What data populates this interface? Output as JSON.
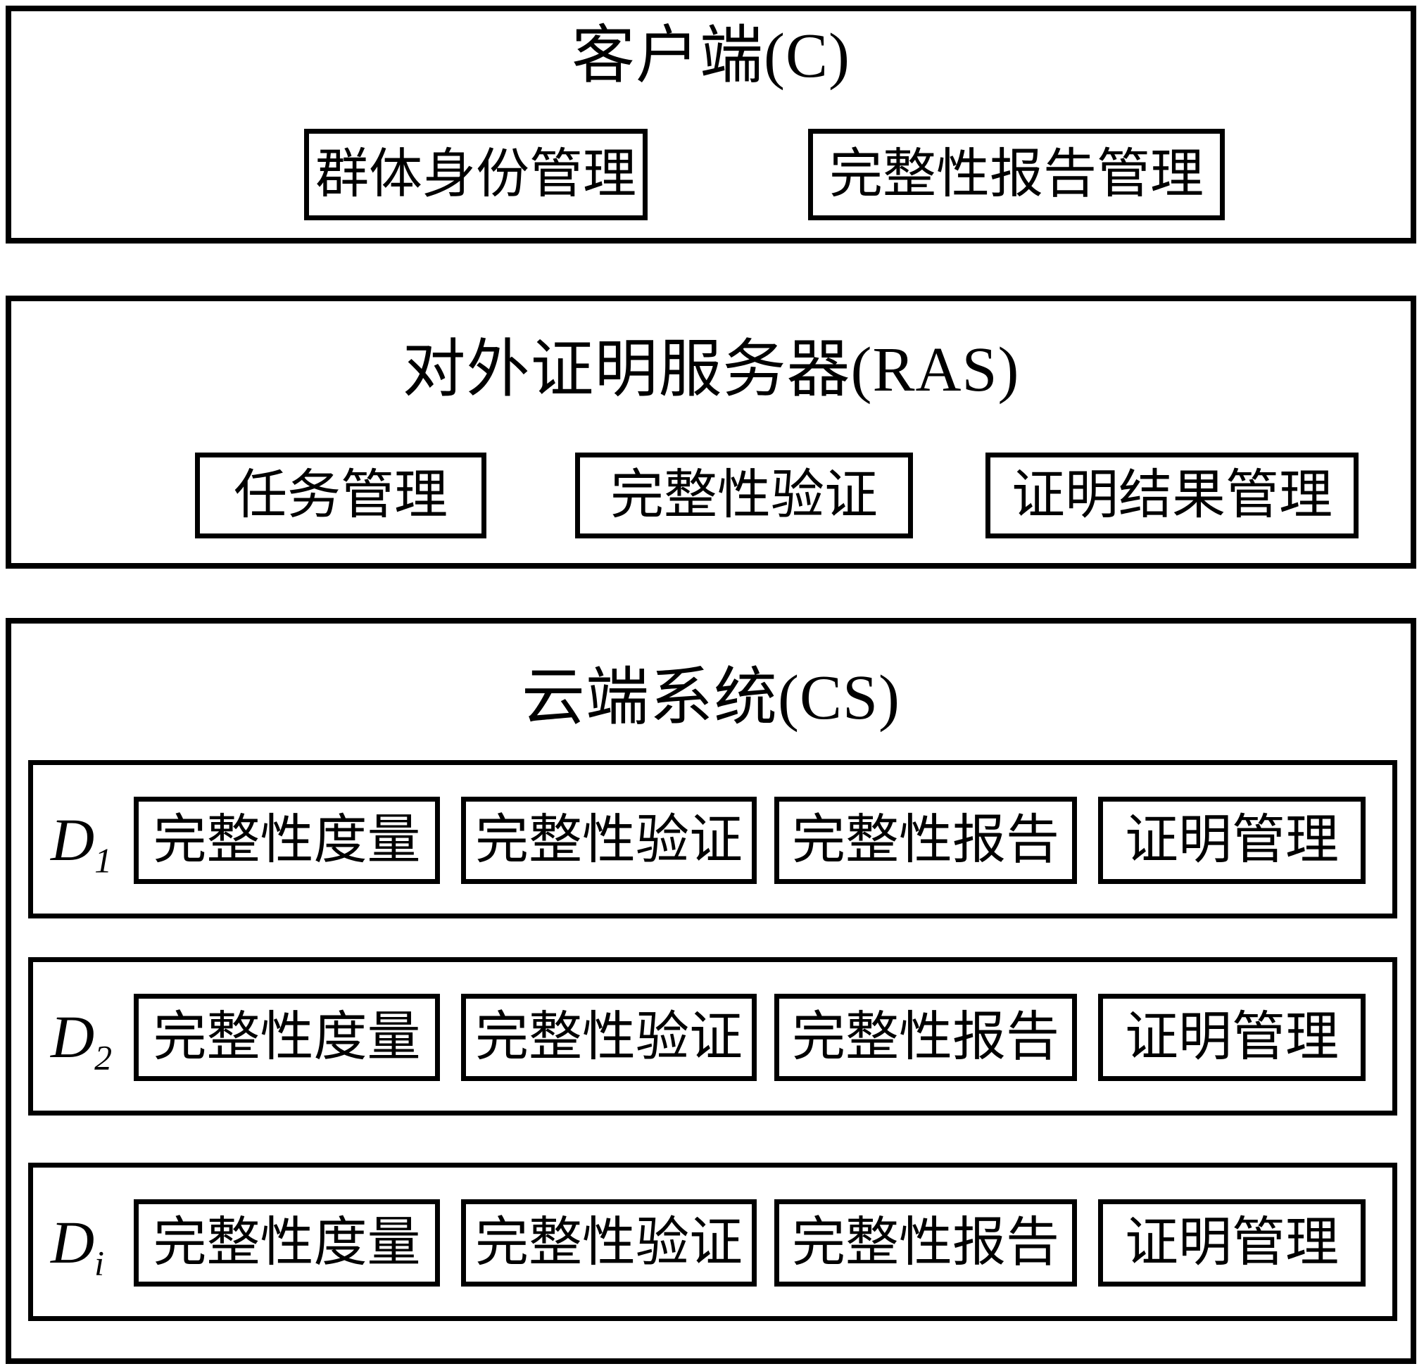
{
  "colors": {
    "ink": "#000000",
    "paper": "#ffffff"
  },
  "diagram": {
    "client": {
      "title": "客户端(C)",
      "modules": [
        "群体身份管理",
        "完整性报告管理"
      ]
    },
    "ras": {
      "title": "对外证明服务器(RAS)",
      "modules": [
        "任务管理",
        "完整性验证",
        "证明结果管理"
      ]
    },
    "cloud": {
      "title": "云端系统(CS)",
      "rows": [
        {
          "label_base": "D",
          "label_sub": "1",
          "modules": [
            "完整性度量",
            "完整性验证",
            "完整性报告",
            "证明管理"
          ]
        },
        {
          "label_base": "D",
          "label_sub": "2",
          "modules": [
            "完整性度量",
            "完整性验证",
            "完整性报告",
            "证明管理"
          ]
        },
        {
          "label_base": "D",
          "label_sub": "i",
          "modules": [
            "完整性度量",
            "完整性验证",
            "完整性报告",
            "证明管理"
          ]
        }
      ]
    }
  }
}
